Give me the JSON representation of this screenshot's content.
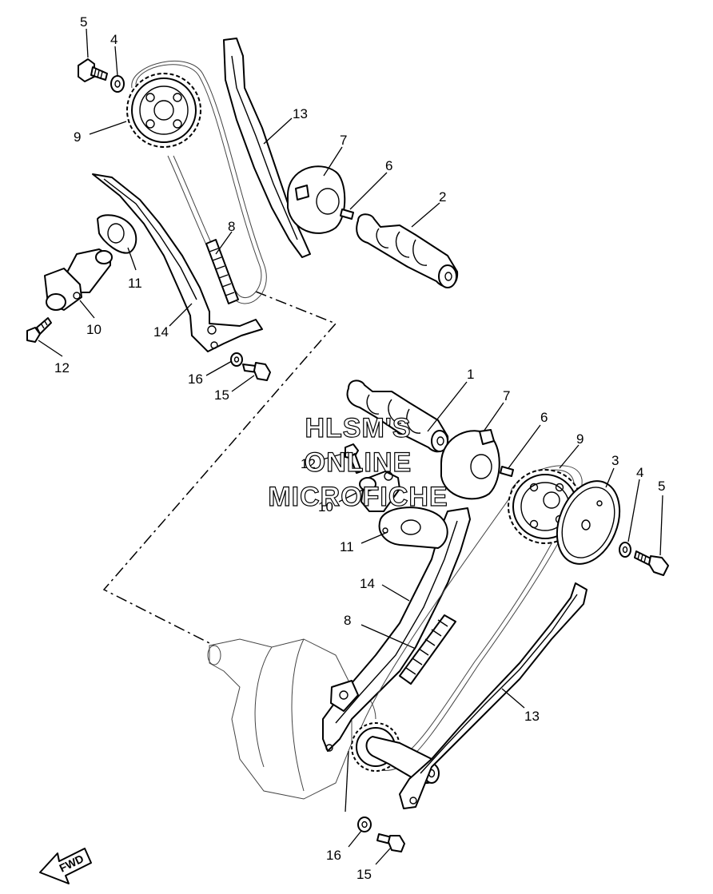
{
  "watermark": {
    "line1": "HLSM'S",
    "line2": "ONLINE",
    "line3": "MICROFICHE"
  },
  "direction": {
    "label": "FWD"
  },
  "upper_group": {
    "labels": {
      "p5": "5",
      "p4": "4",
      "p9": "9",
      "p13": "13",
      "p7": "7",
      "p6": "6",
      "p2": "2",
      "p8": "8",
      "p11": "11",
      "p10": "10",
      "p14": "14",
      "p12": "12",
      "p16": "16",
      "p15": "15"
    }
  },
  "lower_group": {
    "labels": {
      "p1": "1",
      "p7": "7",
      "p6": "6",
      "p9": "9",
      "p3": "3",
      "p4": "4",
      "p5": "5",
      "p12": "12",
      "p10": "10",
      "p11": "11",
      "p14": "14",
      "p8": "8",
      "p13": "13",
      "p16": "16",
      "p15": "15"
    }
  }
}
